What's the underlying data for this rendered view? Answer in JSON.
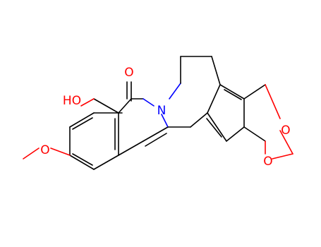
{
  "diagram": {
    "type": "structural-formula",
    "labels": {
      "carbonyl_o": "O",
      "ring_n": "N",
      "hydroxyl": "HO",
      "methoxy_o": "O",
      "dioxole_o_upper": "O",
      "dioxole_o_lower": "O"
    },
    "colors": {
      "bond": "#000000",
      "oxygen": "#ff0000",
      "nitrogen": "#0000ff",
      "background": "#ffffff"
    }
  }
}
